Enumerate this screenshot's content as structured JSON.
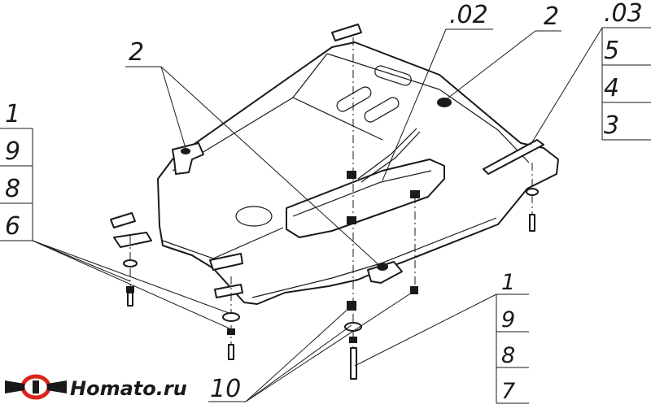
{
  "callouts": {
    "left_stack": [
      "1",
      "9",
      "8",
      "6"
    ],
    "right_top_ref": ".03",
    "right_top_stack": [
      "5",
      "4",
      "3"
    ],
    "bottom_right_stack": [
      "1",
      "9",
      "8",
      "7"
    ],
    "top_ref": ".02",
    "top_right_num": "2",
    "left_top_num": "2",
    "bottom_num": "10"
  },
  "brand": {
    "name": "Homato.ru",
    "colors": {
      "logo_red": "#d9261c",
      "logo_dark": "#1a1a1a"
    }
  }
}
